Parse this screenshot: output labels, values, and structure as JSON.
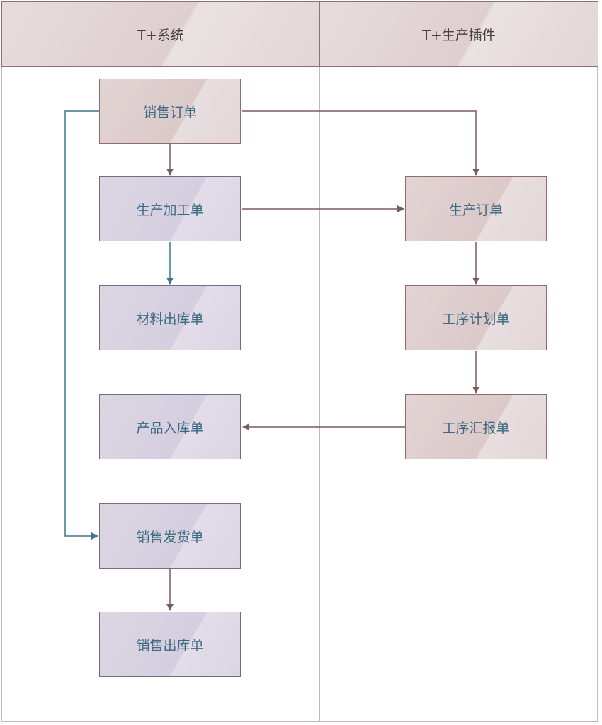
{
  "lanes": [
    {
      "id": "lane-tplus-system",
      "title": "T+系统"
    },
    {
      "id": "lane-tplus-production-plugin",
      "title": "T+生产插件"
    }
  ],
  "nodes": {
    "sales_order": "销售订单",
    "production_processing_order": "生产加工单",
    "material_issue_order": "材料出库单",
    "product_receipt_order": "产品入库单",
    "sales_delivery_order": "销售发货单",
    "sales_outbound_order": "销售出库单",
    "production_order": "生产订单",
    "process_plan_order": "工序计划单",
    "process_report_order": "工序汇报单"
  },
  "colors": {
    "lane_border": "#8c7274",
    "pink_node_border": "#8d6b6f",
    "purple_node_border": "#76698a",
    "node_text": "#3d6a83",
    "arrow_brown": "#7b5a5e",
    "arrow_blue": "#3e7290"
  },
  "edges": [
    {
      "from": "sales_order",
      "to": "production_processing_order",
      "color": "brown"
    },
    {
      "from": "production_processing_order",
      "to": "material_issue_order",
      "color": "blue"
    },
    {
      "from": "sales_order",
      "to": "production_order",
      "color": "brown"
    },
    {
      "from": "production_processing_order",
      "to": "production_order",
      "color": "brown"
    },
    {
      "from": "production_order",
      "to": "process_plan_order",
      "color": "brown"
    },
    {
      "from": "process_plan_order",
      "to": "process_report_order",
      "color": "brown"
    },
    {
      "from": "process_report_order",
      "to": "product_receipt_order",
      "color": "brown"
    },
    {
      "from": "sales_order",
      "to": "sales_delivery_order",
      "color": "blue"
    },
    {
      "from": "sales_delivery_order",
      "to": "sales_outbound_order",
      "color": "brown"
    }
  ]
}
